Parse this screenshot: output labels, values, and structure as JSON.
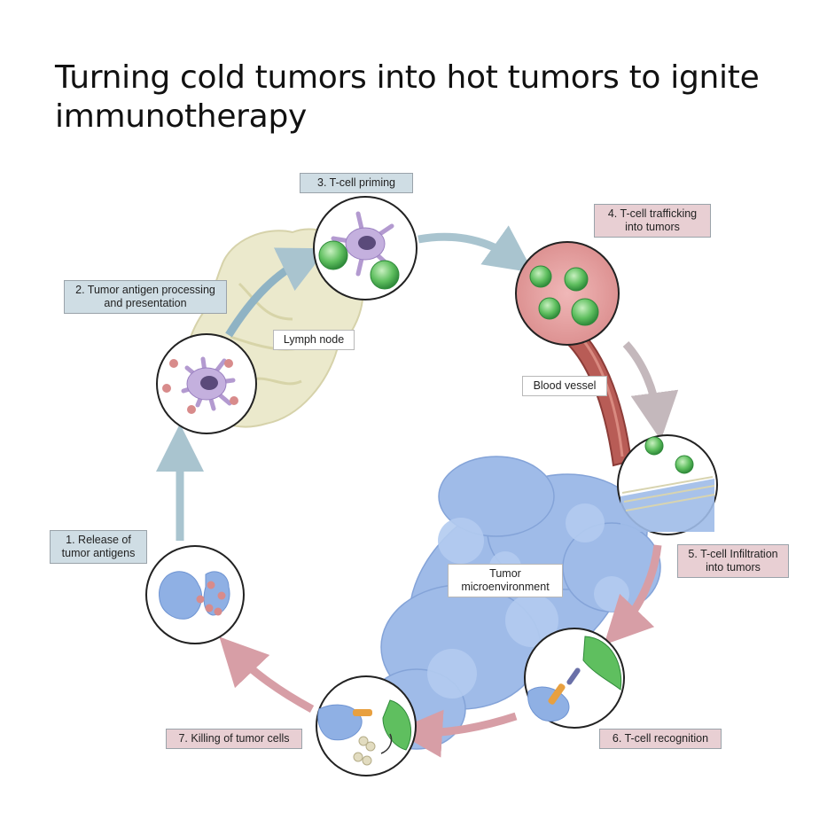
{
  "title": "Turning cold tumors into hot tumors to ignite immunotherapy",
  "steps": [
    {
      "label": "1. Release of tumor antigens"
    },
    {
      "label": "2. Tumor antigen processing and presentation"
    },
    {
      "label": "3. T-cell priming"
    },
    {
      "label": "4. T-cell trafficking into tumors"
    },
    {
      "label": "5. T-cell Infiltration into tumors"
    },
    {
      "label": "6. T-cell recognition"
    },
    {
      "label": "7. Killing of tumor cells"
    }
  ],
  "regions": {
    "lymph_node": "Lymph node",
    "blood_vessel": "Blood vessel",
    "tumor_microenvironment": "Tumor microenvironment"
  },
  "colors": {
    "blue_box": "#cfdde4",
    "rose_box": "#e8cfd3",
    "blue_arrow": "#a9c4cf",
    "rose_arrow": "#d79ea6",
    "t_cell": "#5fbf5f",
    "tumor_cell": "#8fb0e4",
    "antigen": "#d88b8b"
  }
}
